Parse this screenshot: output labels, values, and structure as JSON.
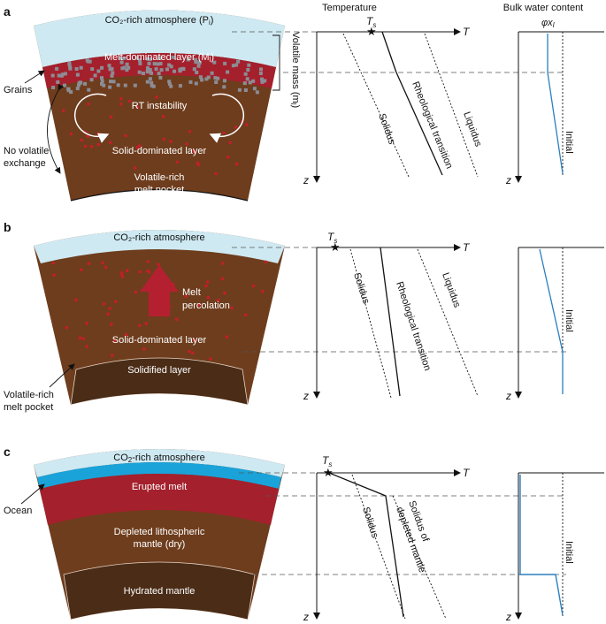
{
  "header": {
    "temperature": "Temperature",
    "bulk_water": "Bulk water content"
  },
  "colors": {
    "atmosphere": "#cfe9f2",
    "melt": "#a4202c",
    "mantle": "#6e3d1d",
    "dark_mantle": "#4a2c17",
    "ocean": "#1aa3d9",
    "water_curve": "#2a7fbf",
    "grain": "#8c8c94",
    "melt_dot": "#c41e2a"
  },
  "panel_a": {
    "letter": "a",
    "atmosphere": "CO₂-rich atmosphere (P",
    "atmosphere_sub": "i",
    "atmosphere_end": ")",
    "melt_layer": "Melt-dominated layer (M",
    "melt_layer_sub": "l",
    "melt_layer_end": ")",
    "volatile_mass": "Volatile mass (m",
    "volatile_mass_sub": "l",
    "volatile_mass_end": ")",
    "rt": "RT instability",
    "solid_layer": "Solid-dominated layer",
    "pocket_1": "Volatile-rich",
    "pocket_2": "melt pocket",
    "grains": "Grains",
    "no_exchange_1": "No volatile",
    "no_exchange_2": "exchange",
    "ts": "T",
    "ts_sub": "s",
    "t_axis": "T",
    "z_axis": "z",
    "solidus": "Solidus",
    "rheological": "Rheological transition",
    "liquidus": "Liquidus",
    "phi": "φx",
    "phi_sub": "l",
    "initial": "Initial",
    "z_water": "z"
  },
  "panel_b": {
    "letter": "b",
    "atmosphere": "CO₂-rich atmosphere",
    "percolation_1": "Melt",
    "percolation_2": "percolation",
    "solid_layer": "Solid-dominated layer",
    "solidified": "Solidified layer",
    "pocket_1": "Volatile-rich",
    "pocket_2": "melt pocket",
    "ts": "T",
    "ts_sub": "s",
    "t_axis": "T",
    "z_axis": "z",
    "solidus": "Solidus",
    "rheological": "Rheological transition",
    "liquidus": "Liquidus",
    "initial": "Initial",
    "z_water": "z"
  },
  "panel_c": {
    "letter": "c",
    "atmosphere": "CO",
    "atmosphere_sub": "2",
    "atmosphere_end": "-rich atmosphere",
    "erupted": "Erupted melt",
    "depleted_1": "Depleted lithospheric",
    "depleted_2": "mantle (dry)",
    "hydrated": "Hydrated mantle",
    "ocean": "Ocean",
    "ts": "T",
    "ts_sub": "s",
    "t_axis": "T",
    "z_axis": "z",
    "solidus": "Solidus",
    "solidus_depleted_1": "Solidus of",
    "solidus_depleted_2": "depleted mantle",
    "initial": "Initial",
    "z_water": "z"
  }
}
